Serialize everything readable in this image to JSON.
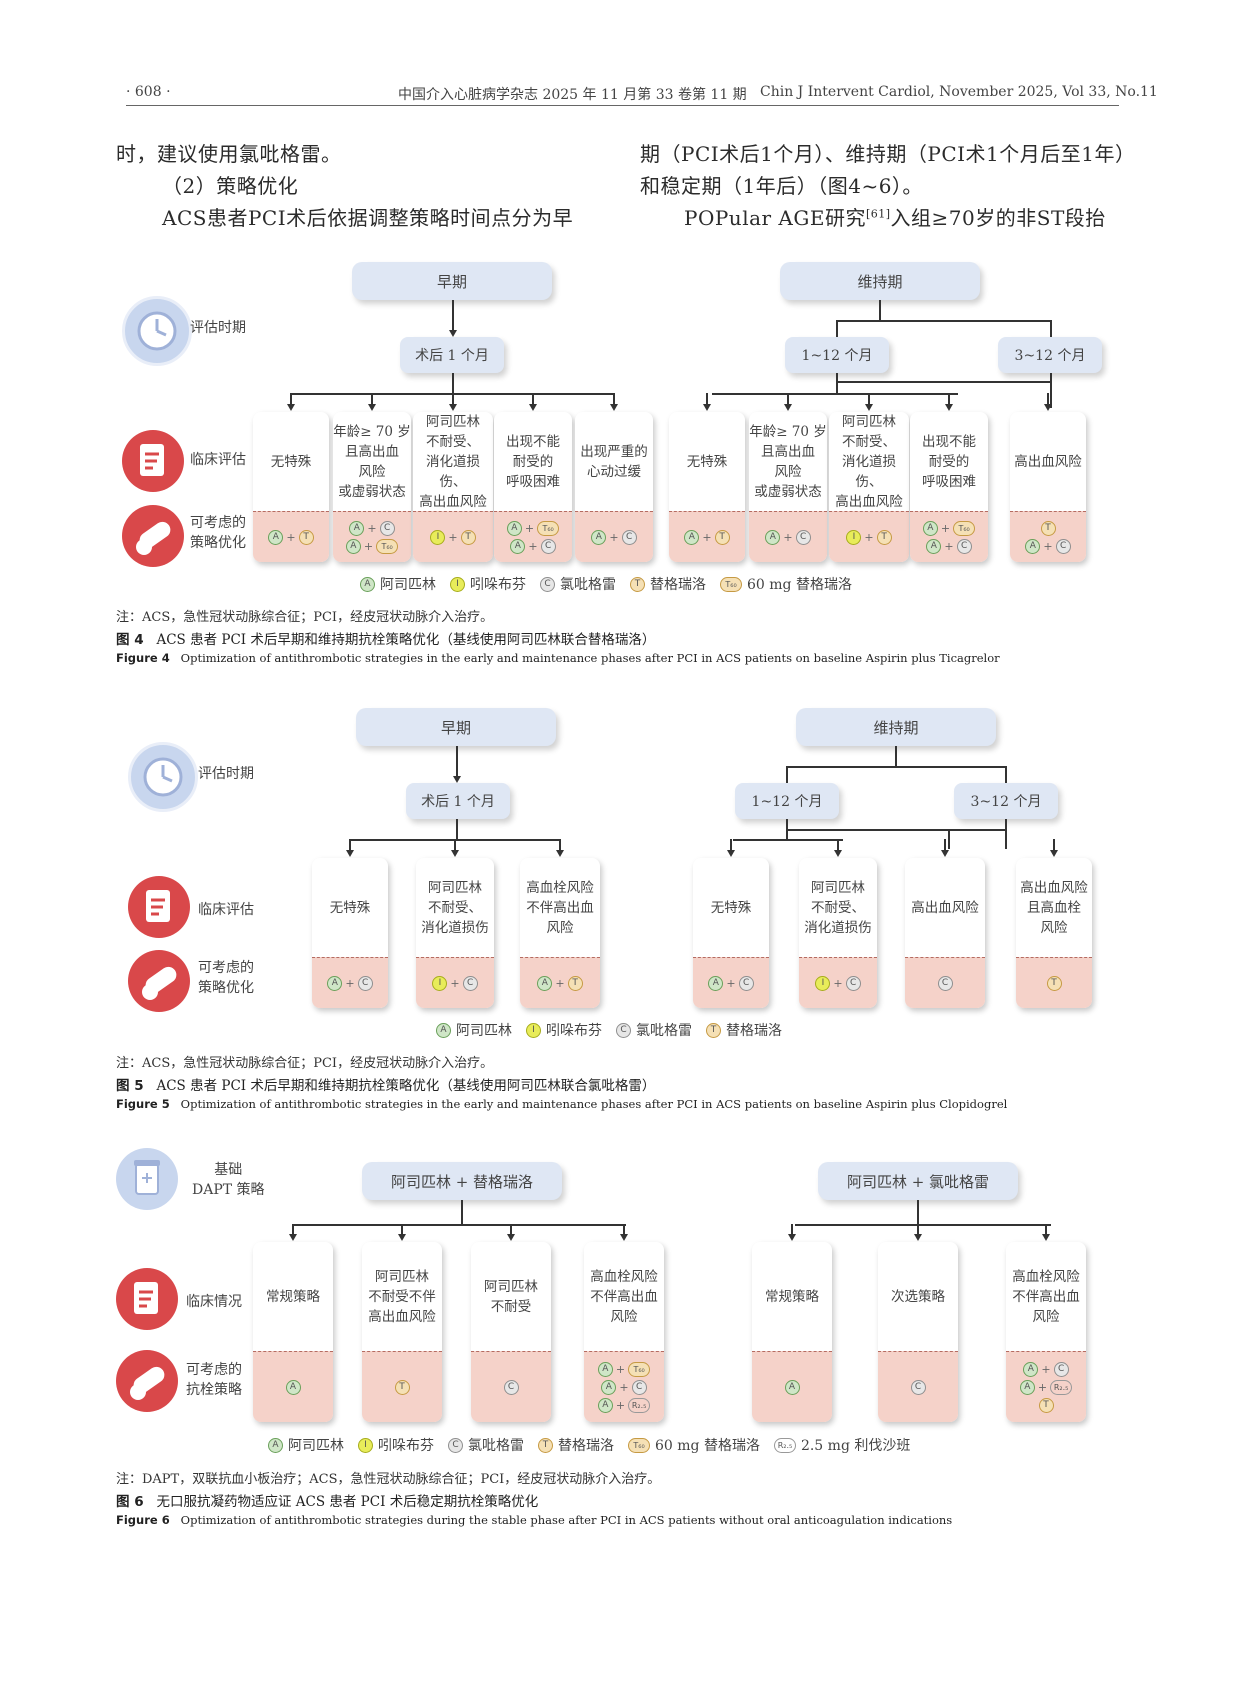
{
  "header": {
    "page_no": "· 608 ·",
    "journal": "中国介入心脏病学杂志 2025 年 11 月第 33 卷第 11 期",
    "journal_en": "Chin J Intervent Cardiol, November 2025, Vol 33, No.11"
  },
  "body": {
    "left": [
      "时，建议使用氯吡格雷。",
      "（2）策略优化",
      "ACS患者PCI术后依据调整策略时间点分为早"
    ],
    "right": [
      "期（PCI术后1个月）、维持期（PCI术1个月后至1年）",
      "和稳定期（1年后）（图4~6）。"
    ],
    "right3_a": "POPular AGE研究",
    "right3_ref": "[61]",
    "right3_b": "入组≥70岁的非ST段抬"
  },
  "labels": {
    "assess_time": "评估时期",
    "clinical_eval": "临床评估",
    "strategy": "可考虑的\n策略优化",
    "base_dapt": "基础\nDAPT 策略",
    "clinical_situation": "临床情况",
    "antithrombotic": "可考虑的\n抗栓策略"
  },
  "drugs": {
    "A": "阿司匹林",
    "I": "吲哚布芬",
    "C": "氯吡格雷",
    "T": "替格瑞洛",
    "T60": "60 mg 替格瑞洛",
    "R25": "2.5 mg 利伐沙班"
  },
  "chip_text": {
    "A": "A",
    "I": "I",
    "C": "C",
    "T": "T",
    "T60": "T₆₀",
    "R25": "R₂.₅",
    "plus": "+"
  },
  "fig4": {
    "early": "早期",
    "maintenance": "维持期",
    "early_sub": "术后 1 个月",
    "m_sub1": "1~12 个月",
    "m_sub2": "3~12 个月",
    "cards": [
      {
        "label": "无特殊",
        "opts": [
          [
            "A",
            "T"
          ]
        ]
      },
      {
        "label": "年龄≥ 70 岁\n且高出血\n风险\n或虚弱状态",
        "opts": [
          [
            "A",
            "C"
          ],
          [
            "A",
            "T60"
          ]
        ]
      },
      {
        "label": "阿司匹林\n不耐受、\n消化道损伤、\n高出血风险",
        "opts": [
          [
            "I",
            "T"
          ]
        ]
      },
      {
        "label": "出现不能\n耐受的\n呼吸困难",
        "opts": [
          [
            "A",
            "T60"
          ],
          [
            "A",
            "C"
          ]
        ]
      },
      {
        "label": "出现严重的\n心动过缓",
        "opts": [
          [
            "A",
            "C"
          ]
        ]
      },
      {
        "label": "无特殊",
        "opts": [
          [
            "A",
            "T"
          ]
        ]
      },
      {
        "label": "年龄≥ 70 岁\n且高出血\n风险\n或虚弱状态",
        "opts": [
          [
            "A",
            "C"
          ]
        ]
      },
      {
        "label": "阿司匹林\n不耐受、\n消化道损伤、\n高出血风险",
        "opts": [
          [
            "I",
            "T"
          ]
        ]
      },
      {
        "label": "出现不能\n耐受的\n呼吸困难",
        "opts": [
          [
            "A",
            "T60"
          ],
          [
            "A",
            "C"
          ]
        ]
      },
      {
        "label": "高出血风险",
        "opts": [
          [
            "T"
          ],
          [
            "A",
            "C"
          ]
        ]
      }
    ],
    "legend": [
      "A",
      "I",
      "C",
      "T",
      "T60"
    ],
    "note": "注：ACS，急性冠状动脉综合征；PCI，经皮冠状动脉介入治疗。",
    "cap_label": "图 4",
    "cap_zh": "ACS 患者 PCI 术后早期和维持期抗栓策略优化（基线使用阿司匹林联合替格瑞洛）",
    "cap_en_label": "Figure 4",
    "cap_en": "Optimization of antithrombotic strategies in the early and maintenance phases after PCI in ACS patients on baseline Aspirin plus Ticagrelor"
  },
  "fig5": {
    "early": "早期",
    "maintenance": "维持期",
    "early_sub": "术后 1 个月",
    "m_sub1": "1~12 个月",
    "m_sub2": "3~12 个月",
    "cards": [
      {
        "label": "无特殊",
        "opts": [
          [
            "A",
            "C"
          ]
        ]
      },
      {
        "label": "阿司匹林\n不耐受、\n消化道损伤",
        "opts": [
          [
            "I",
            "C"
          ]
        ]
      },
      {
        "label": "高血栓风险\n不伴高出血\n风险",
        "opts": [
          [
            "A",
            "T"
          ]
        ]
      },
      {
        "label": "无特殊",
        "opts": [
          [
            "A",
            "C"
          ]
        ]
      },
      {
        "label": "阿司匹林\n不耐受、\n消化道损伤",
        "opts": [
          [
            "I",
            "C"
          ]
        ]
      },
      {
        "label": "高出血风险",
        "opts": [
          [
            "C"
          ]
        ]
      },
      {
        "label": "高出血风险\n且高血栓\n风险",
        "opts": [
          [
            "T"
          ]
        ]
      }
    ],
    "legend": [
      "A",
      "I",
      "C",
      "T"
    ],
    "note": "注：ACS，急性冠状动脉综合征；PCI，经皮冠状动脉介入治疗。",
    "cap_label": "图 5",
    "cap_zh": "ACS 患者 PCI 术后早期和维持期抗栓策略优化（基线使用阿司匹林联合氯吡格雷）",
    "cap_en_label": "Figure 5",
    "cap_en": "Optimization of antithrombotic strategies in the early and maintenance phases after PCI in ACS patients on baseline Aspirin plus Clopidogrel"
  },
  "fig6": {
    "left_top": "阿司匹林 + 替格瑞洛",
    "right_top": "阿司匹林 + 氯吡格雷",
    "cards": [
      {
        "label": "常规策略",
        "opts": [
          [
            "A"
          ]
        ]
      },
      {
        "label": "阿司匹林\n不耐受不伴\n高出血风险",
        "opts": [
          [
            "T"
          ]
        ]
      },
      {
        "label": "阿司匹林\n不耐受",
        "opts": [
          [
            "C"
          ]
        ]
      },
      {
        "label": "高血栓风险\n不伴高出血\n风险",
        "opts": [
          [
            "A",
            "T60"
          ],
          [
            "A",
            "C"
          ],
          [
            "A",
            "R25"
          ]
        ]
      },
      {
        "label": "常规策略",
        "opts": [
          [
            "A"
          ]
        ]
      },
      {
        "label": "次选策略",
        "opts": [
          [
            "C"
          ]
        ]
      },
      {
        "label": "高血栓风险\n不伴高出血\n风险",
        "opts": [
          [
            "A",
            "C"
          ],
          [
            "A",
            "R25"
          ],
          [
            "T"
          ]
        ]
      }
    ],
    "legend": [
      "A",
      "I",
      "C",
      "T",
      "T60",
      "R25"
    ],
    "note": "注：DAPT，双联抗血小板治疗；ACS，急性冠状动脉综合征；PCI，经皮冠状动脉介入治疗。",
    "cap_label": "图 6",
    "cap_zh": "无口服抗凝药物适应证 ACS 患者 PCI 术后稳定期抗栓策略优化",
    "cap_en_label": "Figure 6",
    "cap_en": "Optimization of antithrombotic strategies during the stable phase after PCI in ACS patients without oral anticoagulation indications"
  },
  "colors": {
    "node": "#dfe7f4",
    "card_bottom": "#f5d2c9",
    "icon_blue": "#c8d6ee",
    "icon_red": "#d9484a"
  }
}
